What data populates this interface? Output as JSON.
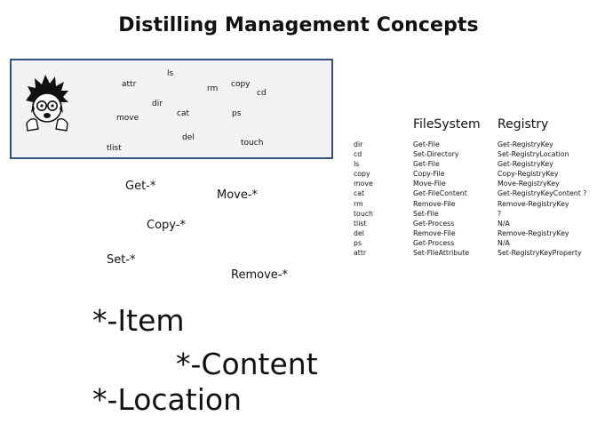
{
  "title": "Distilling Management Concepts",
  "command_words": [
    "ls",
    "attr",
    "rm",
    "copy",
    "cd",
    "dir",
    "cat",
    "ps",
    "move",
    "del",
    "touch",
    "tlist"
  ],
  "verbs": [
    "Get-*",
    "Move-*",
    "Copy-*",
    "Set-*",
    "Remove-*"
  ],
  "table": {
    "headers": [
      "FileSystem",
      "Registry"
    ],
    "rows": [
      [
        "dir",
        "Get-File",
        "Get-RegistryKey"
      ],
      [
        "cd",
        "Set-Directory",
        "Set-RegistryLocation"
      ],
      [
        "ls",
        "Get-File",
        "Get-RegistryKey"
      ],
      [
        "copy",
        "Copy-File",
        "Copy-RegistryKey"
      ],
      [
        "move",
        "Move-File",
        "Move-RegistryKey"
      ],
      [
        "cat",
        "Get-FileContent",
        "Get-RegistryKeyContent ?"
      ],
      [
        "rm",
        "Remove-File",
        "Remove-RegistryKey"
      ],
      [
        "touch",
        "Set-File",
        "?"
      ],
      [
        "tlist",
        "Get-Process",
        "N/A"
      ],
      [
        "del",
        "Remove-File",
        "Remove-RegistryKey"
      ],
      [
        "ps",
        "Get-Process",
        "N/A"
      ],
      [
        "attr",
        "Set-FileAttribute",
        "Set-RegistryKeyProperty"
      ]
    ]
  },
  "nouns": [
    "*-Item",
    "*-Content",
    "*-Location"
  ]
}
